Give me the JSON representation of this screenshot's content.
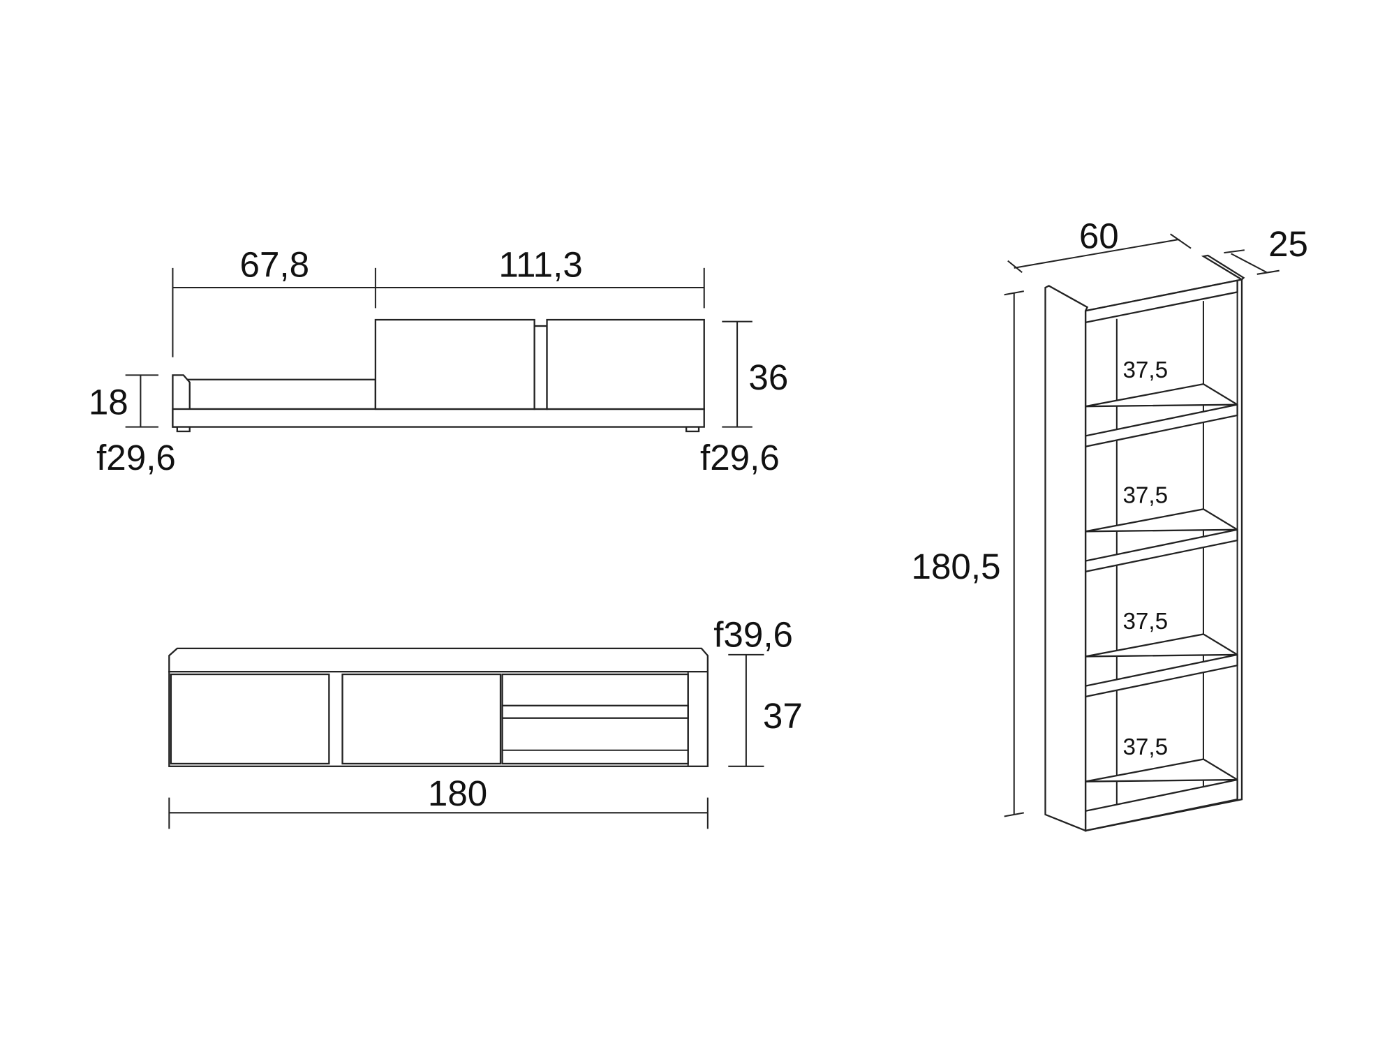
{
  "wall_shelf_unit": {
    "left_width": "67,8",
    "right_width": "111,3",
    "low_height": "18",
    "box_height": "36",
    "left_depth": "f29,6",
    "right_depth": "f29,6"
  },
  "tv_unit": {
    "depth": "f39,6",
    "height": "37",
    "width": "180"
  },
  "bookcase": {
    "width": "60",
    "depth": "25",
    "height": "180,5",
    "compartment_heights": [
      "37,5",
      "37,5",
      "37,5",
      "37,5"
    ]
  }
}
